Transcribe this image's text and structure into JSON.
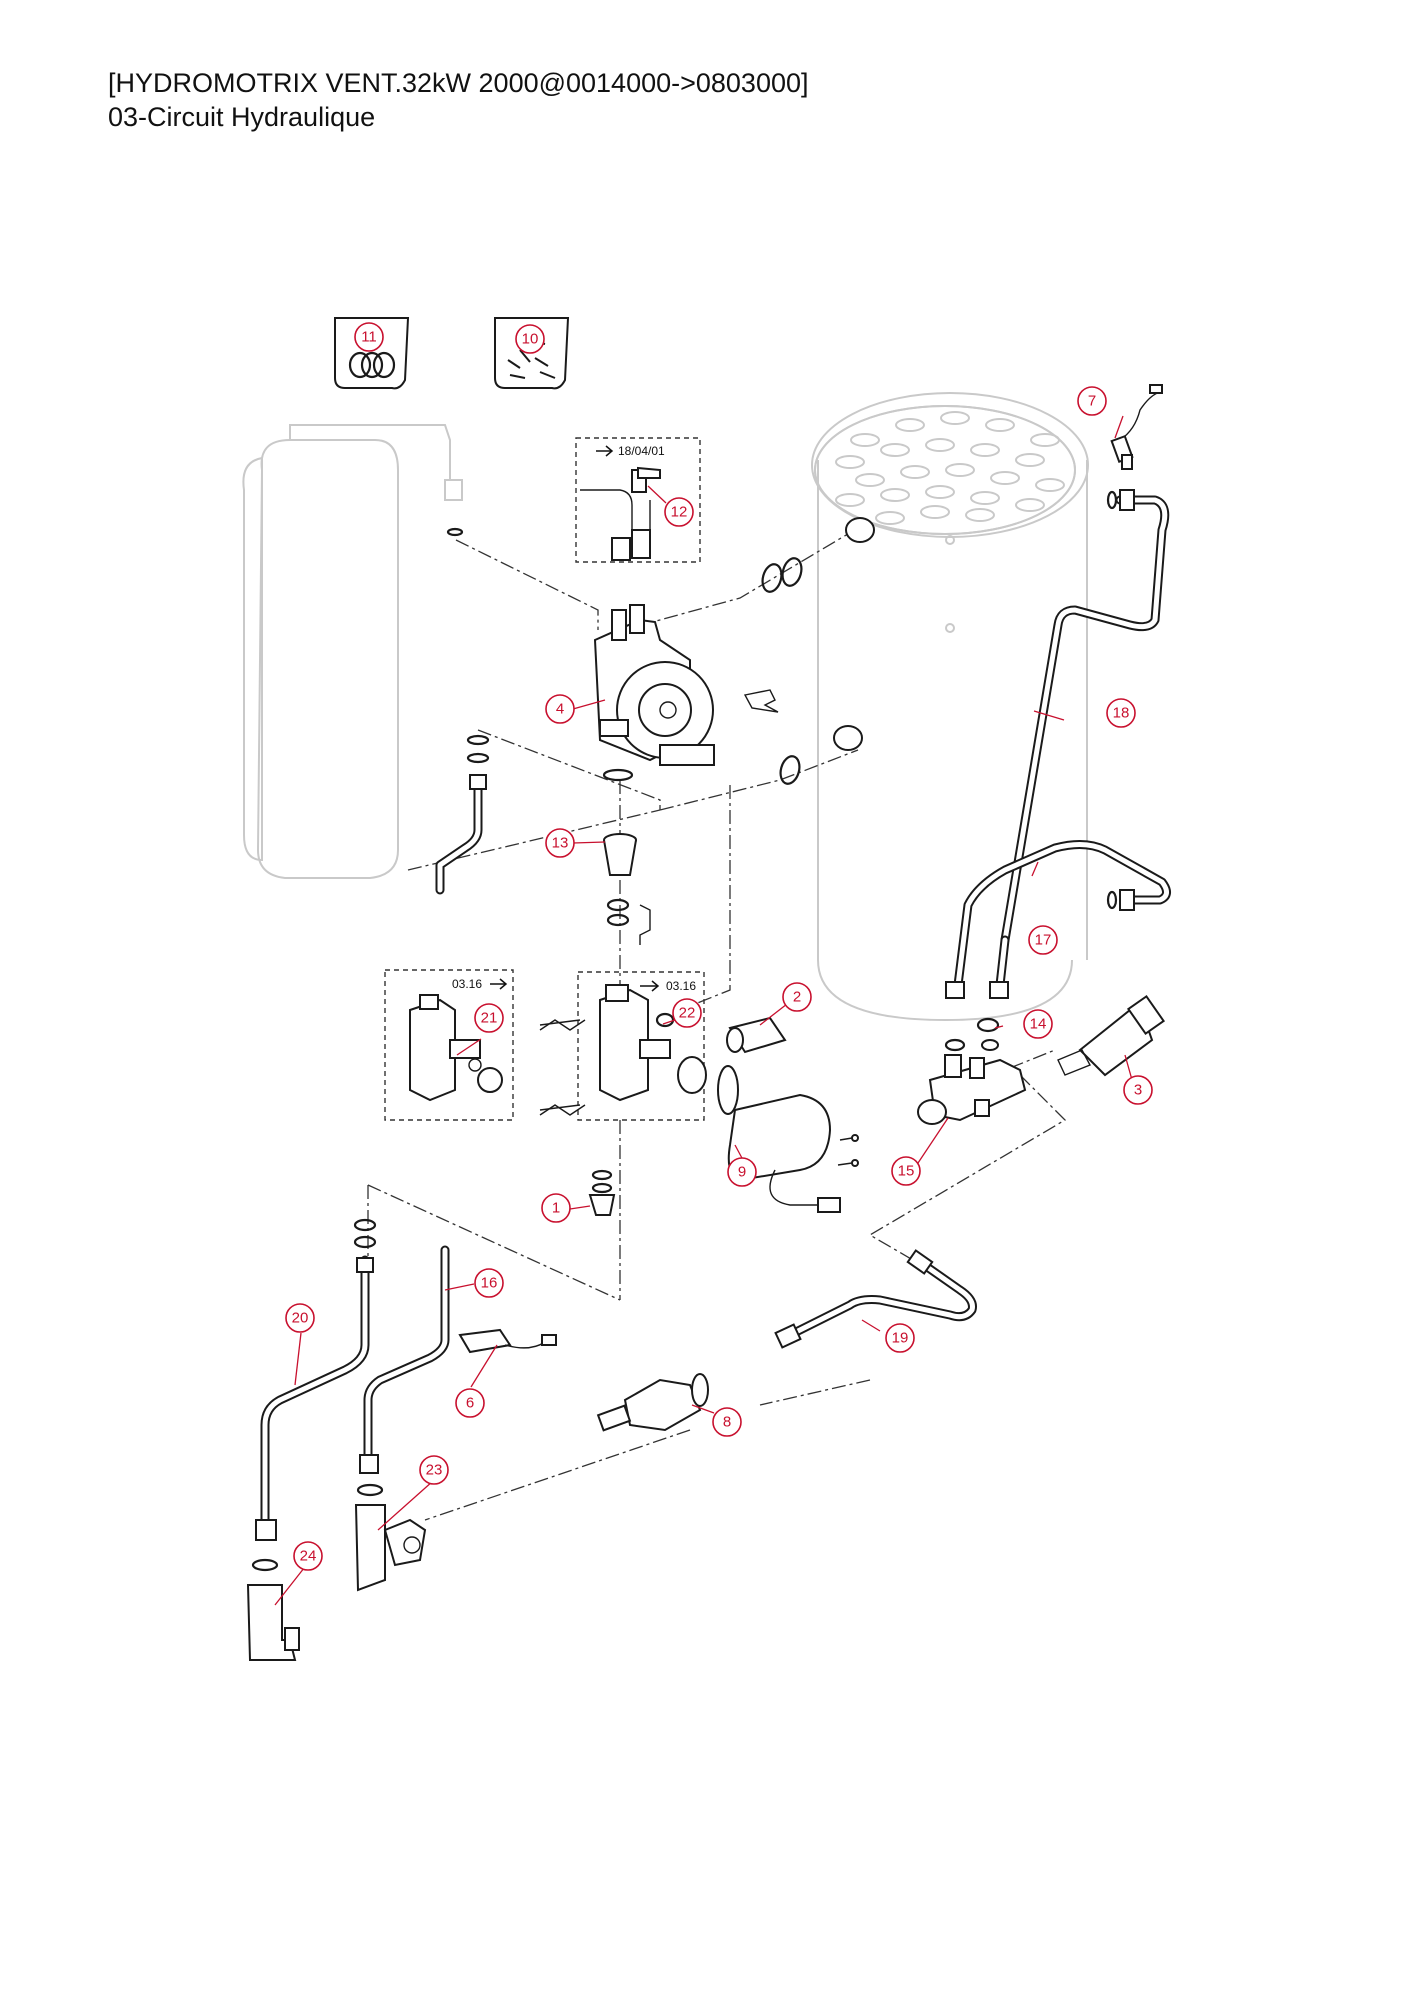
{
  "header": {
    "title": "[HYDROMOTRIX VENT.32kW 2000@0014000->0803000]",
    "subtitle": "03-Circuit Hydraulique"
  },
  "notes": {
    "date_note": "18/04/01",
    "ref_left": "03.16",
    "ref_right": "03.16"
  },
  "colors": {
    "callout": "#c8102e",
    "ghost": "#c9c9c9",
    "line": "#1a1a1a"
  },
  "callouts": [
    {
      "label": "1"
    },
    {
      "label": "2"
    },
    {
      "label": "3"
    },
    {
      "label": "4"
    },
    {
      "label": "6"
    },
    {
      "label": "7"
    },
    {
      "label": "8"
    },
    {
      "label": "9"
    },
    {
      "label": "10"
    },
    {
      "label": "11"
    },
    {
      "label": "12"
    },
    {
      "label": "13"
    },
    {
      "label": "14"
    },
    {
      "label": "15"
    },
    {
      "label": "16"
    },
    {
      "label": "17"
    },
    {
      "label": "18"
    },
    {
      "label": "19"
    },
    {
      "label": "20"
    },
    {
      "label": "21"
    },
    {
      "label": "22"
    },
    {
      "label": "23"
    },
    {
      "label": "24"
    }
  ]
}
